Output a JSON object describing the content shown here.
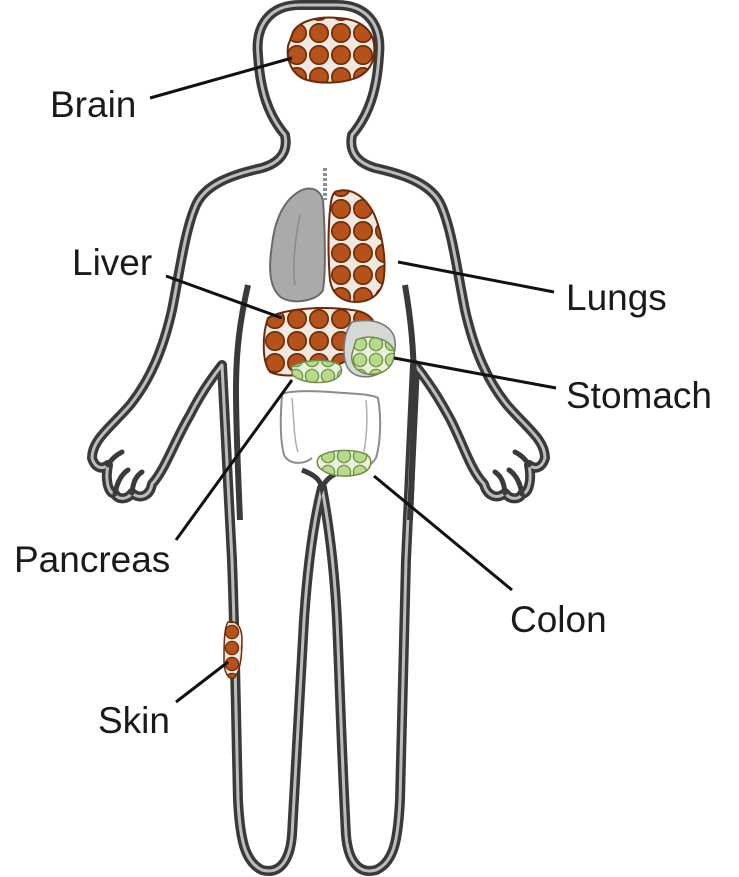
{
  "labels": {
    "brain": "Brain",
    "liver": "Liver",
    "lungs": "Lungs",
    "stomach": "Stomach",
    "pancreas": "Pancreas",
    "colon": "Colon",
    "skin": "Skin"
  },
  "colors": {
    "outline": "#3a3a3a",
    "outline_inner": "#9a9a9a",
    "tumor": "#b5521b",
    "tumor_edge": "#6b2a08",
    "lung_gray": "#a9abab",
    "stomach_green": "#b9d98c",
    "stomach_green_edge": "#6f8f48",
    "leader_line": "#111111"
  }
}
